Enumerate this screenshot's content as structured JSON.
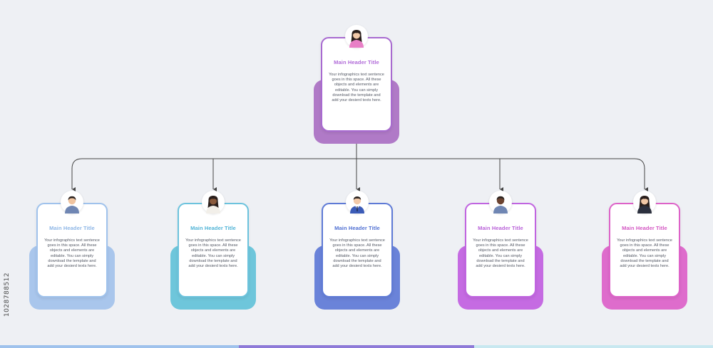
{
  "diagram": {
    "root": {
      "title": "Main Header Title",
      "body": "Your infographics text sentence goes in this space. All these objects and elements are editable. You can simply download the template and add your desierd texts here.",
      "avatar": "woman-avatar-icon",
      "accent": "#a86ad0",
      "back": "#b07ac7",
      "title_color": "#b06ad8"
    },
    "children": [
      {
        "title": "Main Header Title",
        "body": "Your infographics text sentence goes in this space. All these objects and elements are editable. You can simply download the template and add your desierd texts here.",
        "avatar": "man-avatar-icon",
        "accent": "#9fc2ec",
        "back": "#a9c6ec",
        "title_color": "#8db6e6"
      },
      {
        "title": "Main Header Title",
        "body": "Your infographics text sentence goes in this space. All these objects and elements are editable. You can simply download the template and add your desierd texts here.",
        "avatar": "woman-avatar-icon",
        "accent": "#6cc3dd",
        "back": "#6ec6db",
        "title_color": "#4fb3d6"
      },
      {
        "title": "Main Header Title",
        "body": "Your infographics text sentence goes in this space. All these objects and elements are editable. You can simply download the template and add your desierd texts here.",
        "avatar": "businessman-avatar-icon",
        "accent": "#5e7ad6",
        "back": "#6a83d9",
        "title_color": "#4f6fd2"
      },
      {
        "title": "Main Header Title",
        "body": "Your infographics text sentence goes in this space. All these objects and elements are editable. You can simply download the template and add your desierd texts here.",
        "avatar": "man-avatar-icon",
        "accent": "#c064e0",
        "back": "#c56be2",
        "title_color": "#b85fd8"
      },
      {
        "title": "Main Header Title",
        "body": "Your infographics text sentence goes in this space. All these objects and elements are editable. You can simply download the template and add your desierd texts here.",
        "avatar": "woman-avatar-icon",
        "accent": "#dd62c8",
        "back": "#de6ccc",
        "title_color": "#d355c2"
      }
    ],
    "connector_color": "#444444"
  },
  "watermark": "1028788512",
  "footer_colors": [
    "#9fc2ec",
    "#8e7ad8",
    "#c8e8f0"
  ]
}
